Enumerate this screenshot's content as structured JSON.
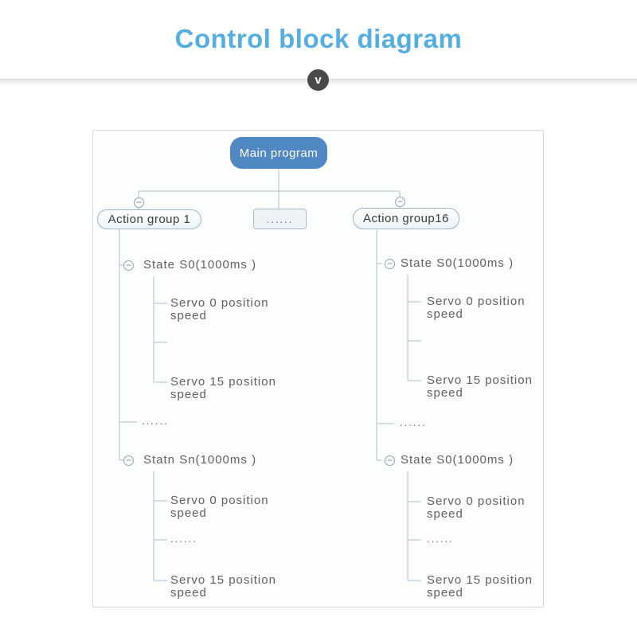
{
  "header": {
    "title": "Control block diagram"
  },
  "icons": {
    "chevron_down": "v",
    "collapse_minus": "−"
  },
  "palette": {
    "title_blue": "#55aee2",
    "main_node_blue": "#5088c4",
    "connector_gray": "#aebfc9",
    "divider_circle_gray": "#494949"
  },
  "diagram": {
    "root": "Main program",
    "branches": {
      "group1": "Action group 1",
      "ellipsis": "......",
      "group16": "Action group16"
    },
    "left": {
      "state1": "State S0(1000ms )",
      "servo_a1": {
        "line1": "Servo 0 position",
        "line2": "speed"
      },
      "servo_a2": {
        "line1": "Servo 15 position",
        "line2": "speed"
      },
      "ellipsis": "......",
      "state2": "Statn Sn(1000ms )",
      "servo_b1": {
        "line1": "Servo 0 position",
        "line2": "speed"
      },
      "dots_b": "......",
      "servo_b2": {
        "line1": "Servo 15 position",
        "line2": "speed"
      }
    },
    "right": {
      "state1": "State S0(1000ms )",
      "servo_a1": {
        "line1": "Servo 0 position",
        "line2": "speed"
      },
      "servo_a2": {
        "line1": "Servo 15 position",
        "line2": "speed"
      },
      "ellipsis": "......",
      "state2": "State S0(1000ms )",
      "servo_b1": {
        "line1": "Servo 0 position",
        "line2": "speed"
      },
      "dots_b": "......",
      "servo_b2": {
        "line1": "Servo 15 position",
        "line2": "speed"
      }
    }
  }
}
